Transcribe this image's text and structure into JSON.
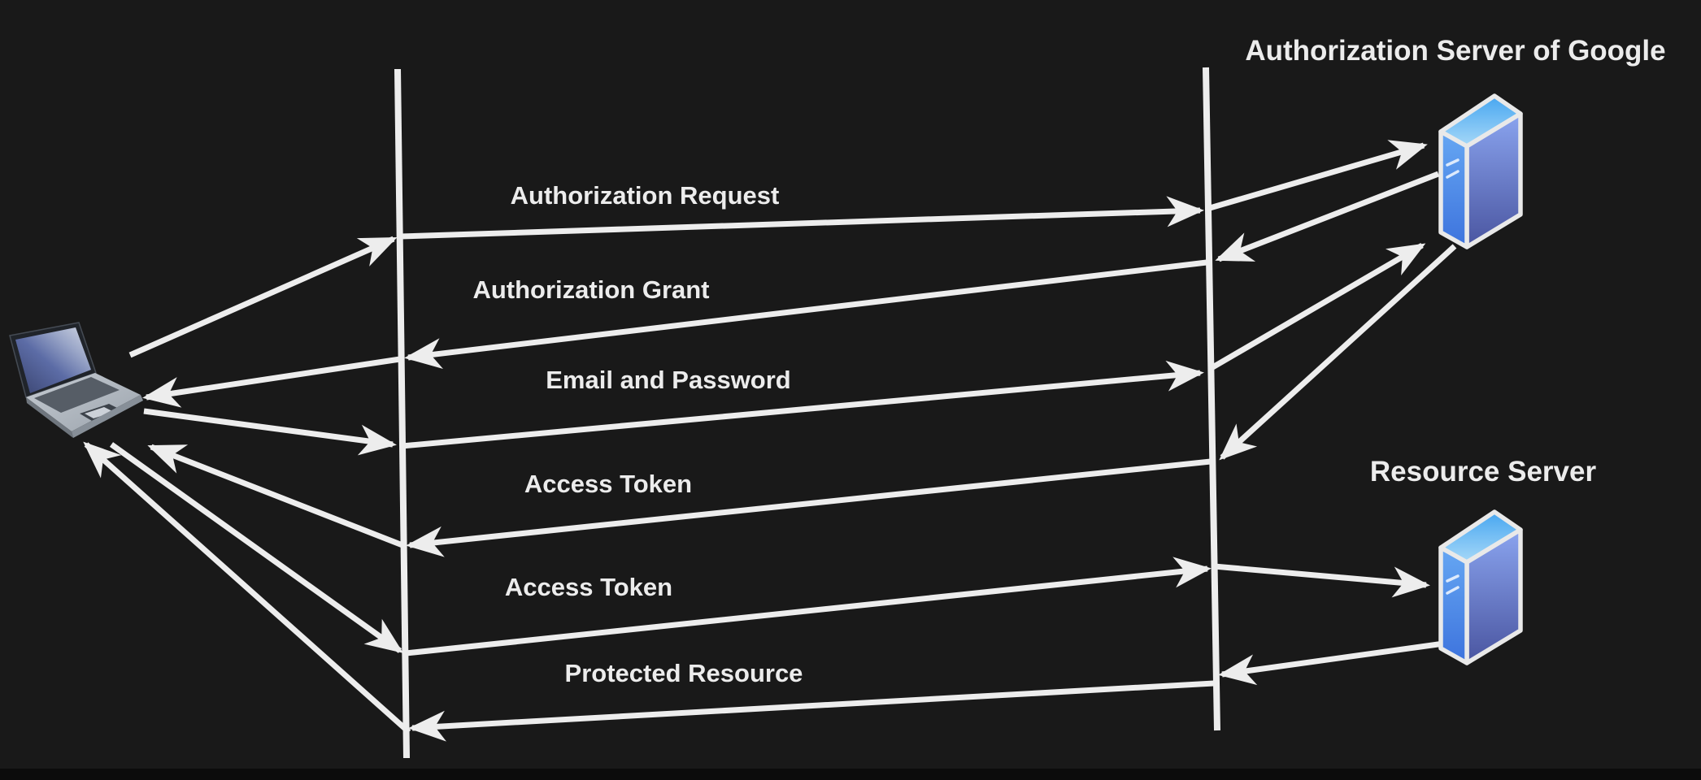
{
  "diagram": {
    "type": "sequence-flow",
    "subject": "OAuth authorization flow",
    "background": "#191919",
    "stroke_color": "#ededed",
    "text_color": "#ececec",
    "server_colors": {
      "top": "#47a6f0",
      "front_top": "#66a7f3",
      "front_bottom": "#3d73dd",
      "side_top": "#7d9aec",
      "side_bottom": "#4b55a3",
      "outline": "#e9e9e9"
    },
    "actors": [
      {
        "id": "client",
        "icon": "laptop-icon"
      },
      {
        "id": "authorization-server",
        "label": "Authorization Server of Google",
        "icon": "server-icon"
      },
      {
        "id": "resource-server",
        "label": "Resource Server",
        "icon": "server-icon"
      }
    ],
    "messages": [
      {
        "label": "Authorization Request",
        "from": "client",
        "to": "authorization-server"
      },
      {
        "label": "Authorization Grant",
        "from": "authorization-server",
        "to": "client"
      },
      {
        "label": "Email and Password",
        "from": "client",
        "to": "authorization-server"
      },
      {
        "label": "Access Token",
        "from": "authorization-server",
        "to": "client"
      },
      {
        "label": "Access Token",
        "from": "client",
        "to": "resource-server"
      },
      {
        "label": "Protected Resource",
        "from": "resource-server",
        "to": "client"
      }
    ]
  }
}
